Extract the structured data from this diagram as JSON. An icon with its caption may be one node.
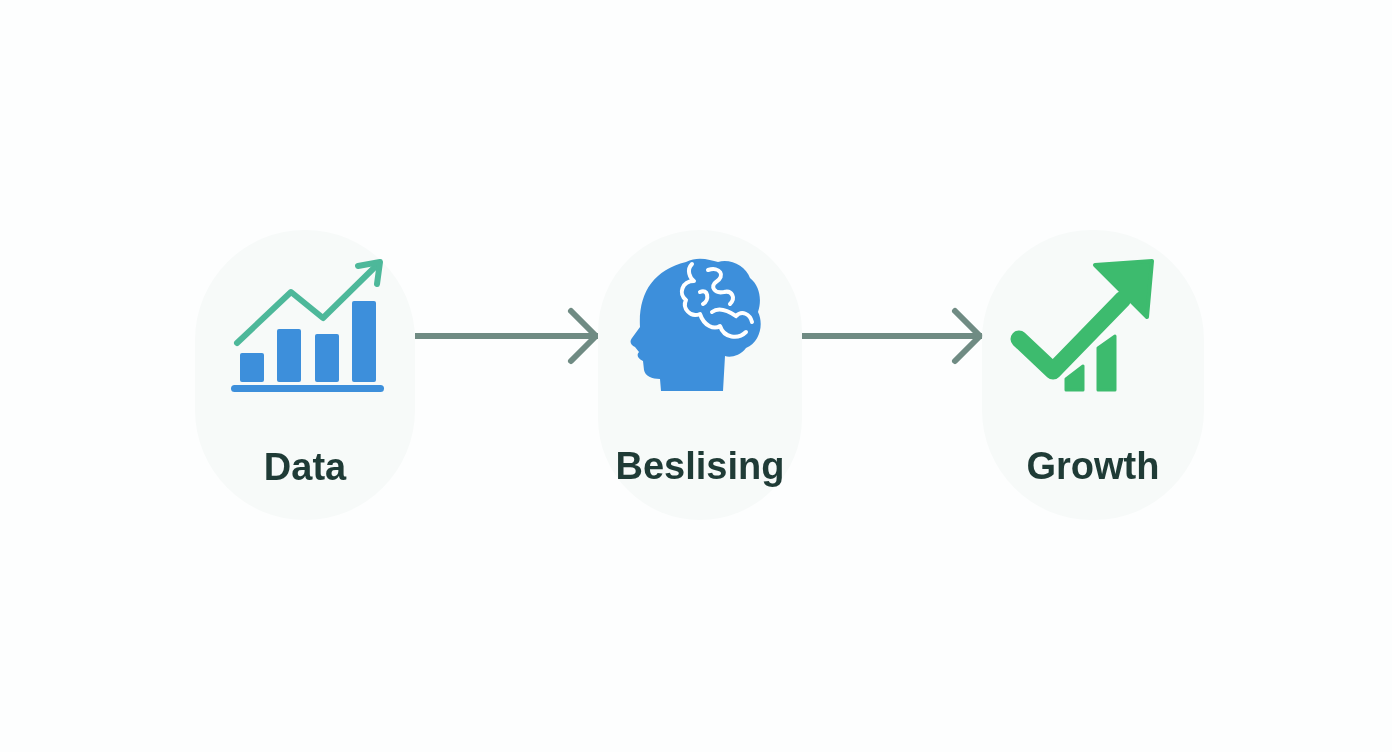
{
  "diagram": {
    "nodes": [
      {
        "text": [
          "Data"
        ]
      },
      {
        "text": [
          "Beslising"
        ]
      },
      {
        "text": [
          "Growth"
        ]
      }
    ],
    "edges": [
      {
        "from": 0,
        "to": 1,
        "arrow": "to"
      },
      {
        "from": 1,
        "to": 2,
        "arrow": "to"
      }
    ]
  }
}
